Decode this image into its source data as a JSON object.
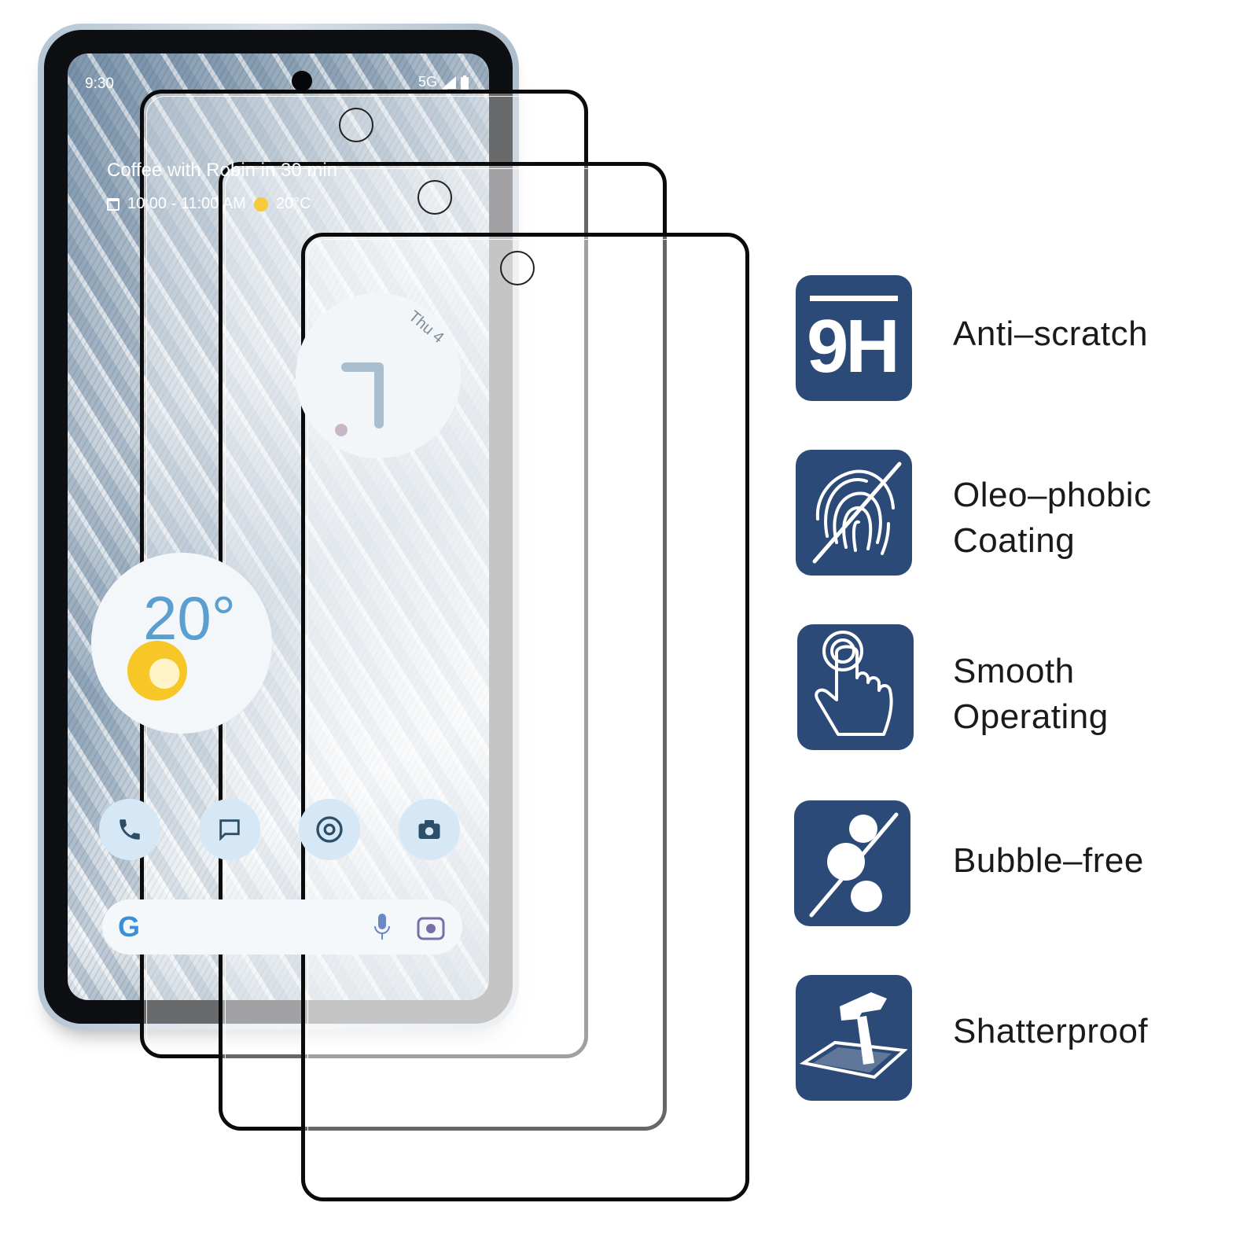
{
  "phone": {
    "time": "9:30",
    "network": "5G",
    "event_title": "Coffee with Robin in 30 min",
    "event_time": "10:00 - 11:00 AM",
    "event_temp": "20°C",
    "clock_date": "Thu 4",
    "weather_temp": "20°",
    "dock_apps": [
      "phone-icon",
      "messages-icon",
      "chrome-icon",
      "camera-icon"
    ],
    "search_logo": "G"
  },
  "features": [
    {
      "icon": "9h-hardness-icon",
      "icon_text": "9H",
      "label": "Anti–scratch"
    },
    {
      "icon": "fingerprint-slash-icon",
      "label": "Oleo–phobic\nCoating"
    },
    {
      "icon": "touch-hand-icon",
      "label": "Smooth\nOperating"
    },
    {
      "icon": "bubbles-slash-icon",
      "label": "Bubble–free"
    },
    {
      "icon": "hammer-glass-icon",
      "label": "Shatterproof"
    }
  ],
  "colors": {
    "icon_bg": "#2c4a78",
    "glass_border": "#0b0b0b",
    "label_text": "#1a1a1a"
  }
}
